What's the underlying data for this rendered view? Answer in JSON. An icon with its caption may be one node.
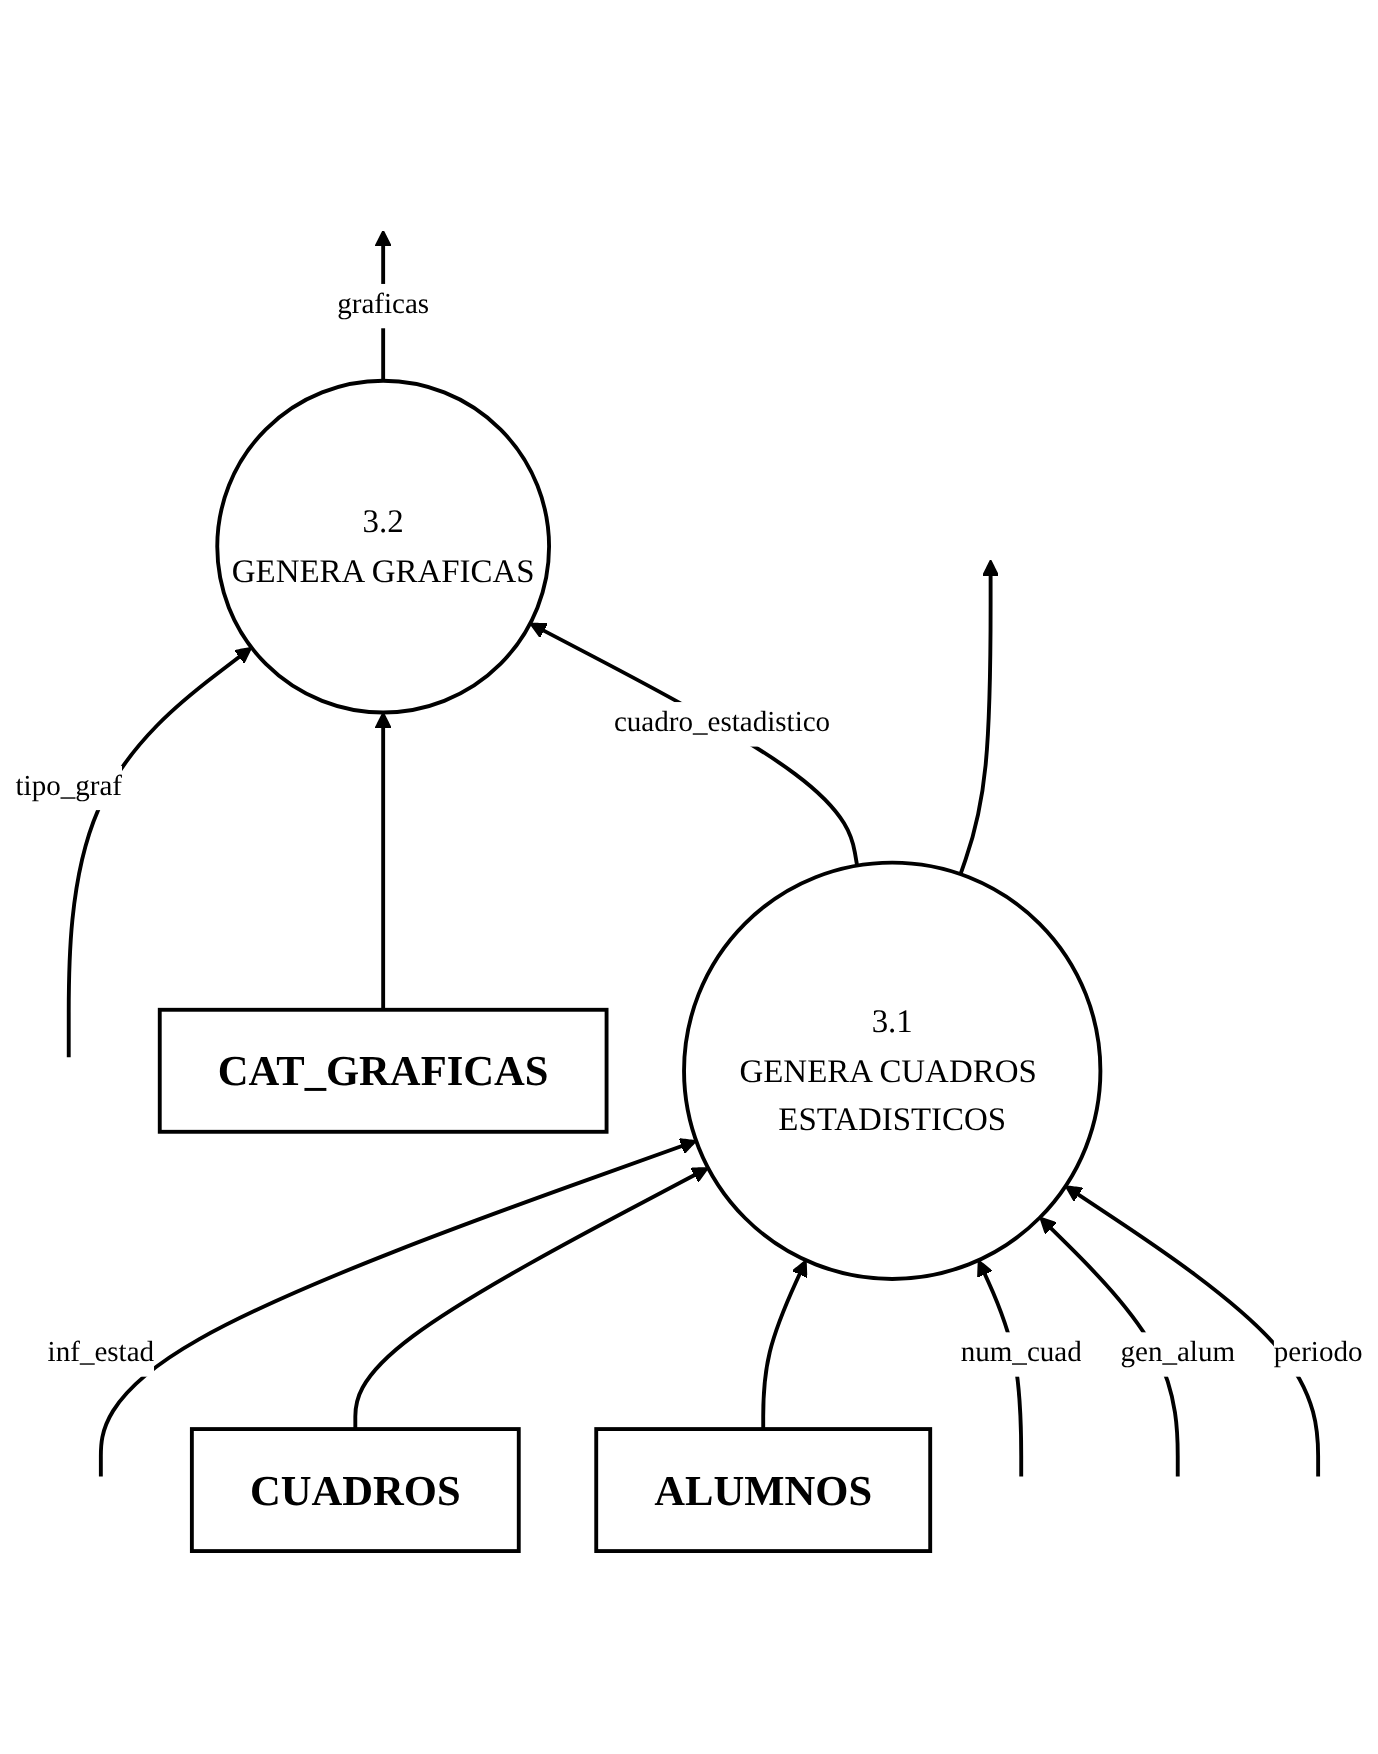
{
  "diagram": {
    "nodes": [
      {
        "text": [
          "CAT_GRAFICAS"
        ]
      },
      {
        "text": [
          "3.2",
          "GENERA GRAFICAS"
        ]
      },
      {
        "text": [
          "CUADROS"
        ]
      },
      {
        "text": [
          "3.1",
          "GENERA CUADROS ESTADISTICOS"
        ]
      },
      {
        "text": [
          "ALUMNOS"
        ]
      }
    ],
    "edges": [
      {
        "from": null,
        "to": 1,
        "arrow": "to",
        "label": "tipo_graf"
      },
      {
        "from": 0,
        "to": 1,
        "arrow": "to"
      },
      {
        "from": 1,
        "to": null,
        "arrow": "to",
        "label": "graficas"
      },
      {
        "from": 3,
        "to": 1,
        "arrow": "to",
        "label": "cuadro_estadistico"
      },
      {
        "from": 3,
        "to": null,
        "arrow": "to"
      },
      {
        "from": null,
        "to": 3,
        "arrow": "to",
        "label": "inf_estad"
      },
      {
        "from": 2,
        "to": 3,
        "arrow": "to"
      },
      {
        "from": 4,
        "to": 3,
        "arrow": "to"
      },
      {
        "from": null,
        "to": 3,
        "arrow": "to",
        "label": "num_cuad"
      },
      {
        "from": null,
        "to": 3,
        "arrow": "to",
        "label": "gen_alum"
      },
      {
        "from": null,
        "to": 3,
        "arrow": "to",
        "label": "periodo"
      }
    ]
  }
}
